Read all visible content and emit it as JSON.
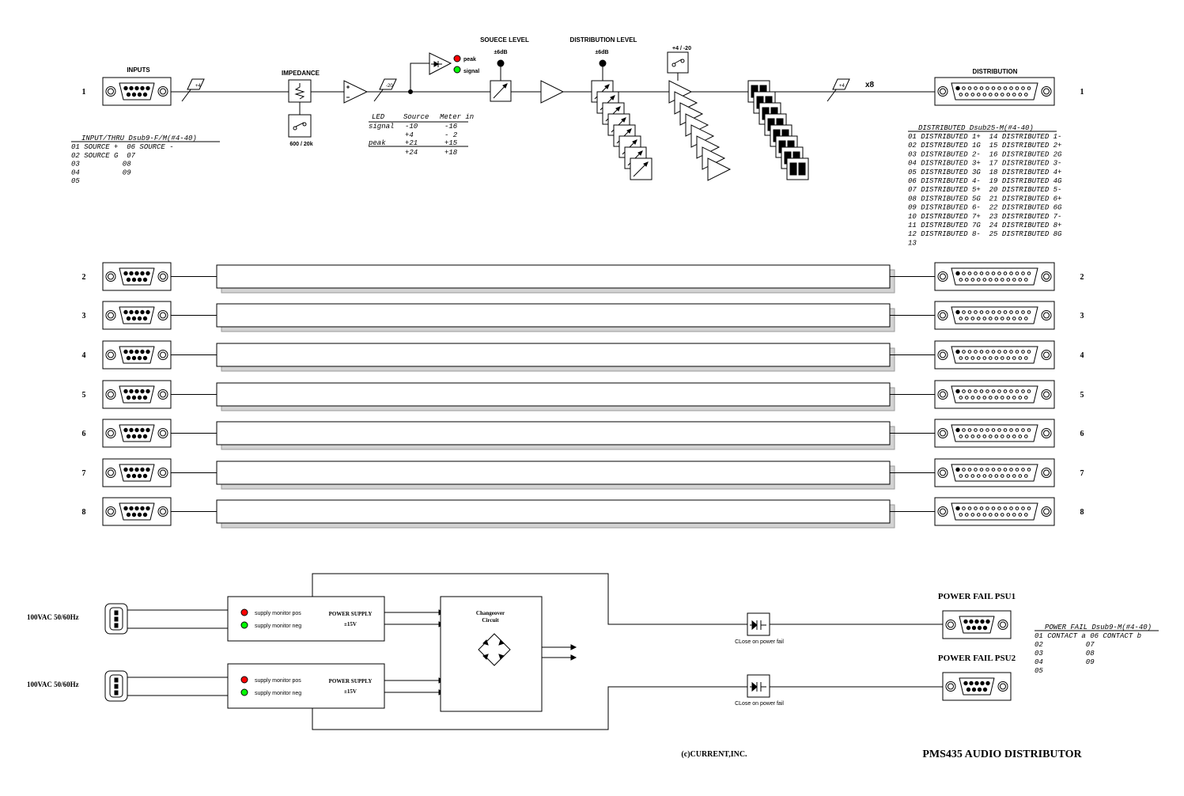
{
  "header": {
    "inputs": "INPUTS",
    "impedance": "IMPEDANCE",
    "impedance_value": "600 / 20k",
    "source_level": "SOUECE LEVEL",
    "source_level_value": "±6dB",
    "distribution_level": "DISTRIBUTION LEVEL",
    "distribution_level_value": "±6dB",
    "level_switch": "+4 / -20",
    "distribution": "DISTRIBUTION",
    "x8": "x8",
    "plus4_in": "+4",
    "minus20": "-20",
    "plus4_out": "+4",
    "peak": "peak",
    "signal": "signal"
  },
  "channels": [
    "1",
    "2",
    "3",
    "4",
    "5",
    "6",
    "7",
    "8"
  ],
  "input_pinout": {
    "title": "INPUT/THRU Dsub9-F/M(#4-40)",
    "rows": [
      "01 SOURCE +  06 SOURCE -",
      "02 SOURCE G  07",
      "03          08",
      "04          09",
      "05"
    ]
  },
  "led_table": {
    "header": [
      "LED",
      "Source",
      "Meter in"
    ],
    "rows": [
      [
        "signal",
        "-10",
        "-16"
      ],
      [
        "",
        "+4",
        "- 2"
      ],
      [
        "peak",
        "+21",
        "+15"
      ],
      [
        "",
        "+24",
        "+18"
      ]
    ]
  },
  "output_pinout": {
    "title": "DISTRIBUTED Dsub25-M(#4-40)",
    "rows": [
      "01 DISTRIBUTED 1+  14 DISTRIBUTED 1-",
      "02 DISTRIBUTED 1G  15 DISTRIBUTED 2+",
      "03 DISTRIBUTED 2-  16 DISTRIBUTED 2G",
      "04 DISTRIBUTED 3+  17 DISTRIBUTED 3-",
      "05 DISTRIBUTED 3G  18 DISTRIBUTED 4+",
      "06 DISTRIBUTED 4-  19 DISTRIBUTED 4G",
      "07 DISTRIBUTED 5+  20 DISTRIBUTED 5-",
      "08 DISTRIBUTED 5G  21 DISTRIBUTED 6+",
      "09 DISTRIBUTED 6-  22 DISTRIBUTED 6G",
      "10 DISTRIBUTED 7+  23 DISTRIBUTED 7-",
      "11 DISTRIBUTED 7G  24 DISTRIBUTED 8+",
      "12 DISTRIBUTED 8-  25 DISTRIBUTED 8G",
      "13"
    ]
  },
  "power": {
    "mains": "100VAC 50/60Hz",
    "monitor_pos": "supply monitor pos",
    "monitor_neg": "supply monitor neg",
    "psu_label": "POWER SUPPLY",
    "psu_voltage": "±15V",
    "changeover_line1": "Changeover",
    "changeover_line2": "Circuit",
    "close_on_fail": "CLose on power fail",
    "fail_psu1": "POWER FAIL PSU1",
    "fail_psu2": "POWER FAIL PSU2",
    "fail_pinout": {
      "title": "POWER FAIL Dsub9-M(#4-40)",
      "rows": [
        "01 CONTACT a 06 CONTACT b",
        "02          07",
        "03          08",
        "04          09",
        "05"
      ]
    }
  },
  "footer": {
    "copyright": "(c)CURRENT,INC.",
    "product": "PMS435 AUDIO DISTRIBUTOR"
  },
  "colors": {
    "led_red": "#ff0000",
    "led_green": "#00ff00",
    "line": "#000000",
    "shadow": "#d3d3d3"
  }
}
